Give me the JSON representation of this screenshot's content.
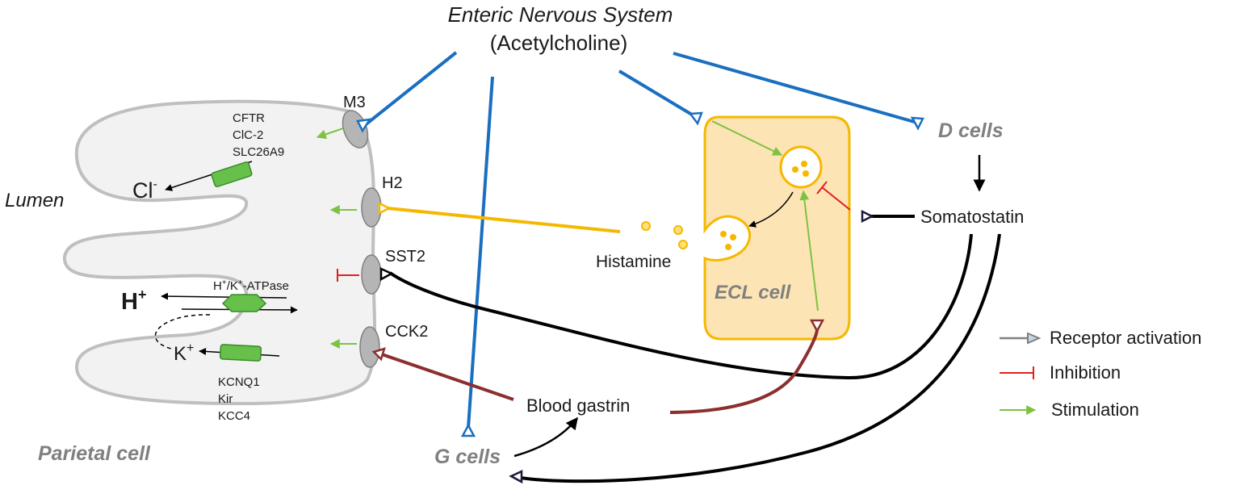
{
  "colors": {
    "cholinergic": "#1a6fc0",
    "histamine": "#f5b800",
    "gastrin": "#8b2f2f",
    "somatostatin": "#000000",
    "stimulation": "#7dc242",
    "inhibition": "#e02020",
    "cell_fill": "#f2f2f2",
    "cell_outline": "#bfbfbf",
    "ecl_fill": "#fde4b5",
    "transporter": "#66c04a",
    "receptor": "#b5b5b5",
    "gray_label": "#808080"
  },
  "labels": {
    "ens_title": "Enteric Nervous System",
    "ens_subtitle": "(Acetylcholine)",
    "d_cells": "D cells",
    "somatostatin": "Somatostatin",
    "histamine": "Histamine",
    "ecl_cell": "ECL cell",
    "blood_gastrin": "Blood gastrin",
    "g_cells": "G cells",
    "parietal_cell": "Parietal cell",
    "lumen": "Lumen"
  },
  "receptors": {
    "m3": "M3",
    "h2": "H2",
    "sst2": "SST2",
    "cck2": "CCK2"
  },
  "ions": {
    "cl_base": "Cl",
    "cl_sup": "-",
    "h_base": "H",
    "h_sup": "+",
    "k_base": "K",
    "k_sup": "+"
  },
  "transporters": {
    "cl_channels": [
      "CFTR",
      "ClC-2",
      "SLC26A9"
    ],
    "atpase": {
      "h": "H",
      "plus1": "+",
      "slash_k": "/K",
      "plus2": "+",
      "suffix": "-ATPase"
    },
    "k_channels": [
      "KCNQ1",
      "Kir",
      "KCC4"
    ]
  },
  "legend": [
    {
      "label": "Receptor activation",
      "kind": "receptor"
    },
    {
      "label": "Inhibition",
      "kind": "inhibition"
    },
    {
      "label": "Stimulation",
      "kind": "stimulation"
    }
  ]
}
